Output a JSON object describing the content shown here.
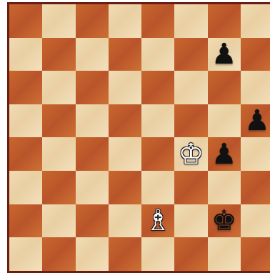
{
  "board": {
    "light_color": "#f1dcb4",
    "dark_color": "#c8672d",
    "frame_color": "#6b1d14",
    "pieces": [
      {
        "square": "g7",
        "glyph": "♟",
        "color": "black",
        "name": "black-pawn-g7"
      },
      {
        "square": "h5",
        "glyph": "♟",
        "color": "black",
        "name": "black-pawn-h5"
      },
      {
        "square": "f4",
        "glyph": "♔",
        "color": "white",
        "name": "white-king-f4"
      },
      {
        "square": "g4",
        "glyph": "♟",
        "color": "black",
        "name": "black-pawn-g4"
      },
      {
        "square": "e2",
        "glyph": "♗",
        "color": "white",
        "name": "white-bishop-e2"
      },
      {
        "square": "g2",
        "glyph": "♚",
        "color": "black",
        "name": "black-king-g2"
      }
    ]
  }
}
